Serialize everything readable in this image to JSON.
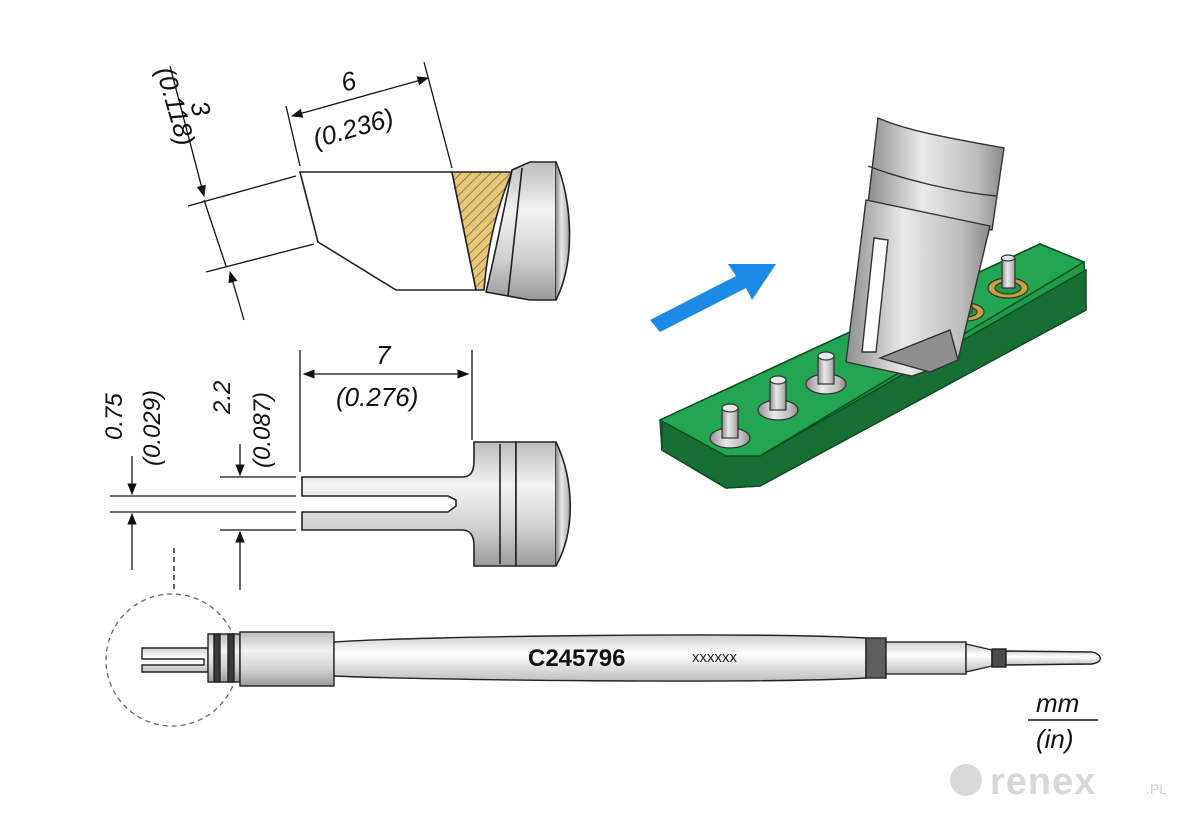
{
  "dimensions": {
    "tip_thickness": {
      "mm": "3",
      "in": "(0.118)"
    },
    "bevel_length": {
      "mm": "6",
      "in": "(0.236)"
    },
    "slot_length": {
      "mm": "7",
      "in": "(0.276)"
    },
    "slot_width": {
      "mm": "0.75",
      "in": "(0.029)"
    },
    "tip_width": {
      "mm": "2.2",
      "in": "(0.087)"
    }
  },
  "part_number": "C245796",
  "batch_marking": "xxxxxx",
  "units": {
    "primary": "mm",
    "secondary": "(in)"
  },
  "watermark": {
    "brand": "renex",
    "suffix": ".PL"
  },
  "colors": {
    "pcb_green": "#1f9a4a",
    "arrow_blue": "#1a8ae6",
    "hatch_gold": "#e6c77a",
    "pad_gold": "#c9a23c"
  }
}
